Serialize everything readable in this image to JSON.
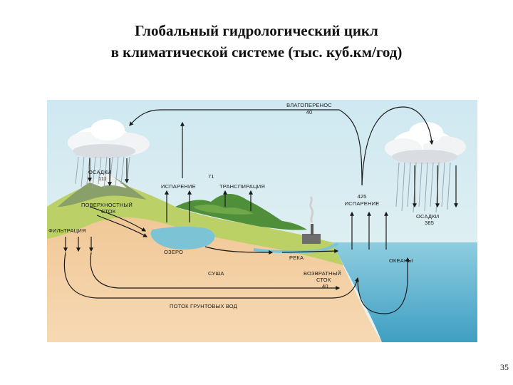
{
  "title": {
    "line1": "Глобальный гидрологический цикл",
    "line2": "в климатической системе (тыс. куб.км/год)"
  },
  "labels": {
    "moisture_transport": "ВЛАГОПЕРЕНОС",
    "moisture_transport_value": "40",
    "land_precip": "ОСАДКИ",
    "land_precip_value": "111",
    "land_evaporation": "ИСПАРЕНИЕ",
    "land_evap_value": "71",
    "transpiration": "ТРАНСПИРАЦИЯ",
    "ocean_evap_value": "425",
    "ocean_evaporation": "ИСПАРЕНИЕ",
    "ocean_precip": "ОСАДКИ",
    "ocean_precip_value": "385",
    "surface_runoff_1": "ПОВЕРХНОСТНЫЙ",
    "surface_runoff_2": "СТОК",
    "infiltration": "ФИЛЬТРАЦИЯ",
    "lake": "ОЗЕРО",
    "river": "РЕКА",
    "oceans": "ОКЕАНЫ",
    "land": "СУША",
    "return_flow_1": "ВОЗВРАТНЫЙ",
    "return_flow_2": "СТОК",
    "return_flow_value": "40",
    "groundwater_flow": "ПОТОК ГРУНТОВЫХ ВОД"
  },
  "colors": {
    "sky": "#d6ecf3",
    "soil": "#f0c99a",
    "ocean": "#5fb3cf",
    "grass": "#b4cf5e",
    "forest": "#4f8f3a",
    "lake": "#7cc3d6",
    "arrow": "#1a1a1a"
  },
  "page_number": "35"
}
